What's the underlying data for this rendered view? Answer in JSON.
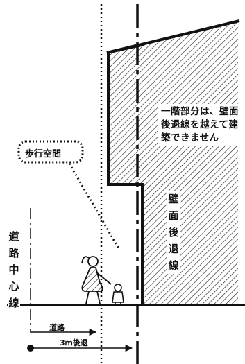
{
  "labels": {
    "note": "一階部分は、壁面後退線を越えて建築できません",
    "walkway": "歩行空間",
    "wall_setback_line": "壁面後退線",
    "road_center_line": "道路中心線",
    "road": "道路",
    "setback": "3ｍ後退"
  }
}
